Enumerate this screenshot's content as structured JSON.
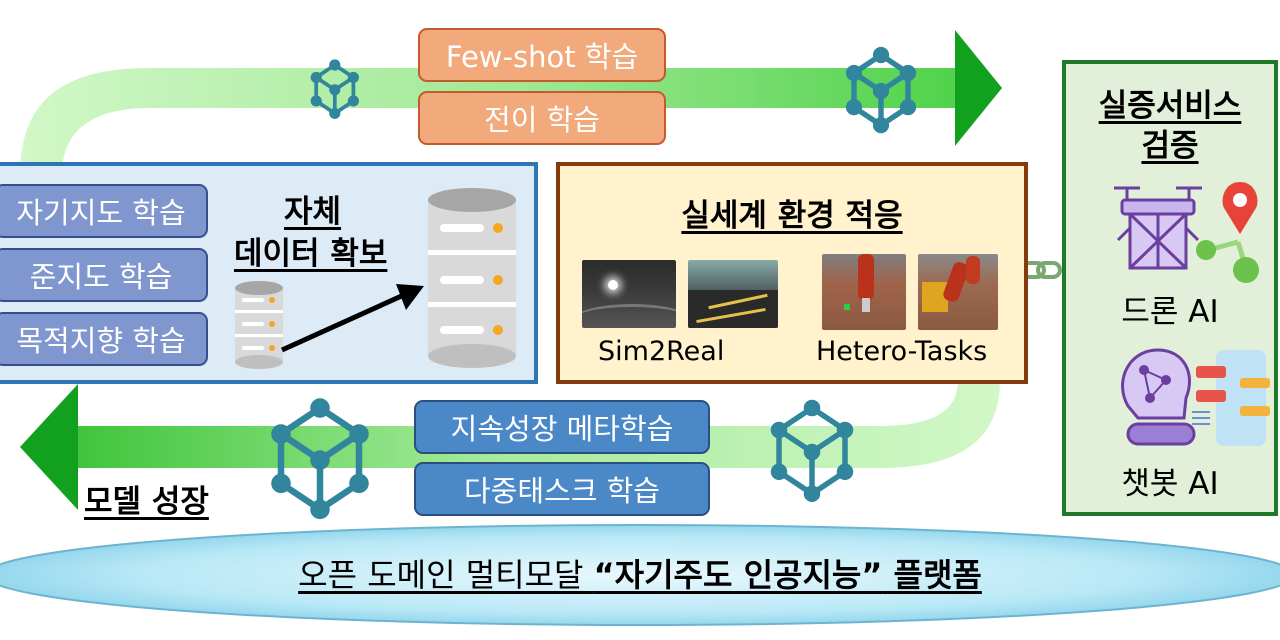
{
  "top_flow": {
    "items": [
      "Few-shot 학습",
      "전이 학습"
    ]
  },
  "bottom_flow": {
    "items": [
      "지속성장 메타학습",
      "다중태스크 학습"
    ],
    "label": "모델 성장"
  },
  "data_panel": {
    "title_line1": "자체",
    "title_line2": "데이터 확보",
    "items": [
      "자기지도 학습",
      "준지도 학습",
      "목적지향 학습"
    ]
  },
  "realworld_panel": {
    "title": "실세계 환경 적응",
    "captions": [
      "Sim2Real",
      "Hetero-Tasks"
    ]
  },
  "service_panel": {
    "title_line1": "실증서비스",
    "title_line2": "검증",
    "items": [
      "드론 AI",
      "챗봇 AI"
    ]
  },
  "platform": {
    "prefix": "오픈 도메인 멀티모달 ",
    "emphasis": "“자기주도 인공지능”",
    "suffix": " 플랫폼"
  },
  "icons": [
    "cube-network-icon",
    "drone-icon",
    "location-pin-icon",
    "robot-head-icon",
    "database-icon",
    "arrow-icon",
    "chain-link-icon"
  ],
  "colors": {
    "flow_green": "#b6f0a8",
    "arrow_green": "#12a11f",
    "service_border": "#1f7a2a",
    "service_bg": "#e2efd9",
    "data_border": "#2e75b6",
    "data_bg": "#ddebf7",
    "realworld_border": "#843c0c",
    "realworld_bg": "#fff2cc",
    "cube_teal": "#31859c",
    "platform_cyan": "#aee4f4"
  }
}
